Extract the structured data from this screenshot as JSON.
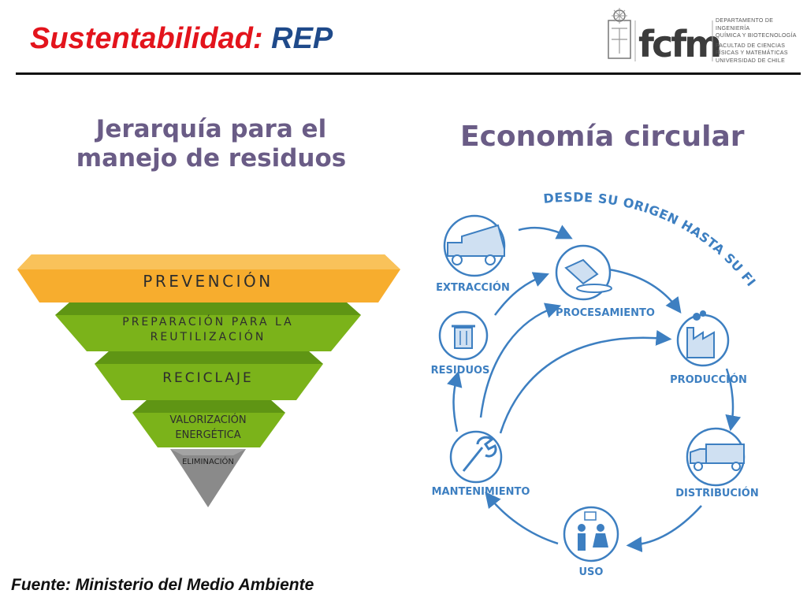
{
  "header": {
    "title_part1": "Sustentabilidad:",
    "title_part2": "REP",
    "logo_text": "fcfm",
    "dept_lines": [
      "DEPARTAMENTO DE INGENIERÍA",
      "QUÍMICA Y BIOTECNOLOGÍA",
      "FACULTAD DE CIENCIAS",
      "FÍSICAS Y MATEMÁTICAS",
      "UNIVERSIDAD DE CHILE"
    ]
  },
  "hierarchy": {
    "title_line1": "Jerarquía para el",
    "title_line2": "manejo de residuos",
    "levels": [
      {
        "line1": "PREVENCIÓN",
        "line2": ""
      },
      {
        "line1": "PREPARACIÓN PARA LA",
        "line2": "REUTILIZACIÓN"
      },
      {
        "line1": "RECICLAJE",
        "line2": ""
      },
      {
        "line1": "VALORIZACIÓN",
        "line2": "ENERGÉTICA"
      },
      {
        "line1": "ELIMINACIÓN",
        "line2": ""
      }
    ],
    "colors": {
      "orange": "#f5a623",
      "green": "#7bb31a",
      "green_dark": "#5f8f10",
      "gray": "#8a8a8a"
    }
  },
  "circular": {
    "title": "Economía circular",
    "arc_text": "DESDE SU ORIGEN HASTA SU FIN",
    "stages": [
      "EXTRACCIÓN",
      "PROCESAMIENTO",
      "PRODUCCIÓN",
      "DISTRIBUCIÓN",
      "USO",
      "MANTENIMIENTO",
      "RESIDUOS"
    ],
    "icons": [
      "dump-truck-icon",
      "processing-icon",
      "factory-icon",
      "delivery-truck-icon",
      "people-icon",
      "wrench-icon",
      "trash-can-icon"
    ],
    "color": "#3d7fc1"
  },
  "footer": {
    "source": "Fuente: Ministerio del Medio Ambiente"
  }
}
